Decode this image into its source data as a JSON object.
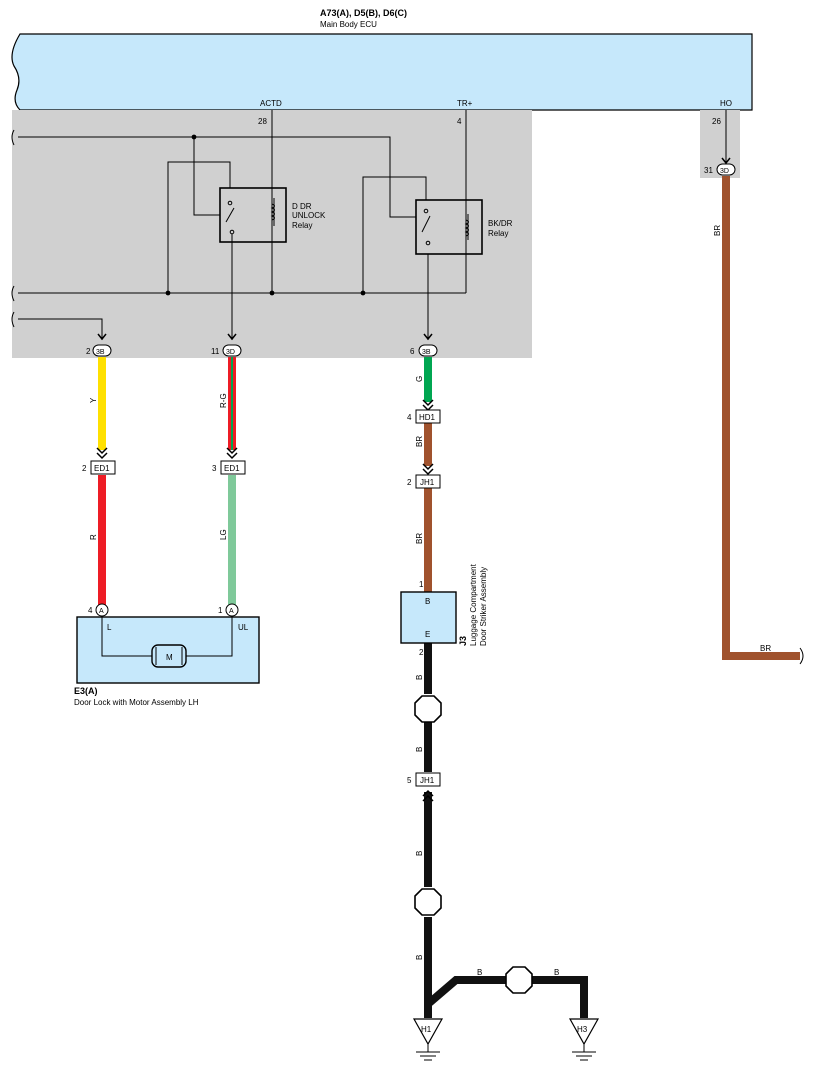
{
  "ecu": {
    "code": "A73(A), D5(B), D6(C)",
    "name": "Main Body ECU",
    "pins": [
      {
        "name": "ACTD",
        "num": "28"
      },
      {
        "name": "TR+",
        "num": "4"
      },
      {
        "name": "HO",
        "num": "26"
      }
    ]
  },
  "relays": [
    {
      "line1": "D DR",
      "line2": "UNLOCK",
      "line3": "Relay"
    },
    {
      "line1": "BK/DR",
      "line2": "Relay"
    }
  ],
  "junction_connectors": [
    {
      "pin": "2",
      "id": "3B"
    },
    {
      "pin": "11",
      "id": "3D"
    },
    {
      "pin": "6",
      "id": "3B"
    },
    {
      "pin": "31",
      "id": "3D"
    }
  ],
  "inline_connectors": [
    {
      "pin": "2",
      "id": "ED1"
    },
    {
      "pin": "3",
      "id": "ED1"
    },
    {
      "pin": "4",
      "id": "HD1"
    },
    {
      "pin": "2",
      "id": "JH1"
    },
    {
      "pin": "5",
      "id": "JH1"
    }
  ],
  "wires": {
    "yellow": "Y",
    "red_green": "R-G",
    "green": "G",
    "brown": "BR",
    "red": "R",
    "light_green": "LG",
    "black": "B"
  },
  "door_lock": {
    "code": "E3(A)",
    "name": "Door Lock with Motor Assembly LH",
    "pin_left": "4",
    "pin_left_conn": "A",
    "pin_right": "1",
    "pin_right_conn": "A",
    "term_left": "L",
    "term_right": "UL",
    "motor": "M"
  },
  "striker": {
    "code": "J3",
    "line1": "Luggage Compartment",
    "line2": "Door Striker Assembly",
    "term_top": "B",
    "term_bottom": "E",
    "pin_top": "1",
    "pin_bottom": "2"
  },
  "grounds": [
    "H1",
    "H3"
  ],
  "colors": {
    "ecu_fill": "#c6e8fb",
    "junction_fill": "#d0d0d0",
    "yellow": "#ffe000",
    "red": "#ee1c25",
    "green": "#00a651",
    "light_green": "#7fc99a",
    "brown": "#a0522d",
    "black": "#111111"
  }
}
